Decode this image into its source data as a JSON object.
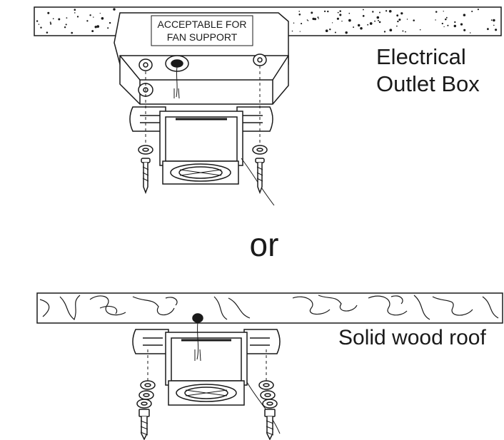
{
  "top_section": {
    "box_stamp_line1": "ACCEPTABLE FOR",
    "box_stamp_line2": "FAN SUPPORT",
    "label_line1": "Electrical",
    "label_line2": "Outlet Box"
  },
  "separator": {
    "text": "or"
  },
  "bottom_section": {
    "label": "Solid wood roof"
  },
  "colors": {
    "ink": "#1a1a1a",
    "background": "#ffffff"
  }
}
